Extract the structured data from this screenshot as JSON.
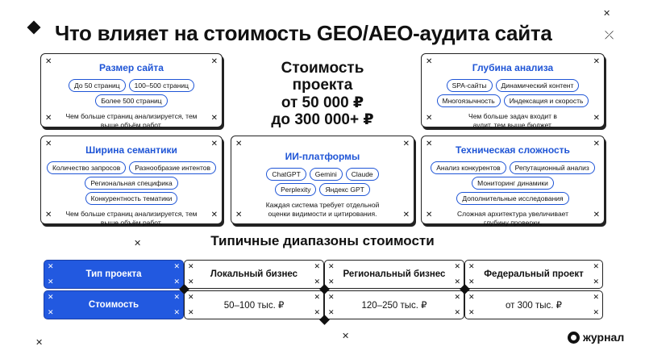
{
  "title": "Что влияет на стоимость GEO/AEO-аудита сайта",
  "cards": {
    "size": {
      "title": "Размер сайта",
      "tags": [
        "До 50 страниц",
        "100–500 страниц",
        "Более 500 страниц"
      ],
      "desc": "Чем больше страниц анализируется, тем выше объём работ."
    },
    "depth": {
      "title": "Глубина анализа",
      "tags": [
        "SPA-сайты",
        "Динамический контент",
        "Многоязычность",
        "Индексация и скорость"
      ],
      "desc": "Чем больше задач входит в аудит, тем выше бюджет."
    },
    "semantics": {
      "title": "Ширина семантики",
      "tags": [
        "Количество запросов",
        "Разнообразие интентов",
        "Региональная специфика",
        "Конкурентность тематики"
      ],
      "desc": "Чем больше страниц анализируется, тем выше объём работ."
    },
    "ai": {
      "title": "ИИ-платформы",
      "tags": [
        "ChatGPT",
        "Gemini",
        "Claude",
        "Perplexity",
        "Яндекс GPT"
      ],
      "desc": "Каждая система требует отдельной оценки видимости и цитирования."
    },
    "tech": {
      "title": "Техническая сложность",
      "tags": [
        "Анализ конкурентов",
        "Репутационный анализ",
        "Мониторинг динамики",
        "Дополнительные исследования"
      ],
      "desc": "Сложная архитектура увеличивает глубину проверки."
    }
  },
  "cost": {
    "line1": "Стоимость",
    "line2": "проекта",
    "line3": "от 50 000 ₽",
    "line4": "до 300 000+ ₽"
  },
  "ranges": {
    "title": "Типичные диапазоны стоимости",
    "header": [
      "Тип проекта",
      "Локальный бизнес",
      "Региональный бизнес",
      "Федеральный проект"
    ],
    "values": [
      "Стоимость",
      "50–100 тыс. ₽",
      "120–250 тыс. ₽",
      "от 300 тыс. ₽"
    ]
  },
  "brand": "журнал"
}
